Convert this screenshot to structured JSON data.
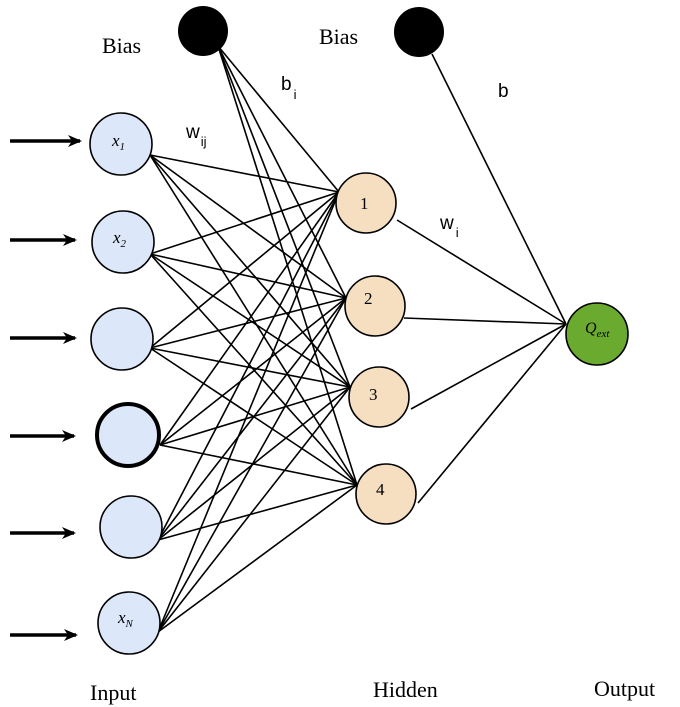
{
  "layers": {
    "input_label": "Input",
    "hidden_label": "Hidden",
    "output_label": "Output"
  },
  "bias": {
    "left_label": "Bias",
    "right_label": "Bias"
  },
  "weights": {
    "input_hidden": {
      "main": "w",
      "sub": "ij"
    },
    "hidden_bias": {
      "main": "b",
      "sub": "i"
    },
    "hidden_output": {
      "main": "w",
      "sub": "i"
    },
    "output_bias": "b"
  },
  "input_nodes": [
    {
      "main": "x",
      "sub": "1"
    },
    {
      "main": "x",
      "sub": "2"
    },
    {
      "main": "",
      "sub": ""
    },
    {
      "main": "",
      "sub": ""
    },
    {
      "main": "",
      "sub": ""
    },
    {
      "main": "x",
      "sub": "N"
    }
  ],
  "hidden_nodes": [
    "1",
    "2",
    "3",
    "4"
  ],
  "output_node": {
    "main": "Q",
    "sub": "ext"
  },
  "colors": {
    "input_fill": "#dce8fa",
    "hidden_fill": "#f5dfc0",
    "output_fill": "#6aaa2e",
    "bias_fill": "#000000",
    "stroke": "#000000"
  }
}
